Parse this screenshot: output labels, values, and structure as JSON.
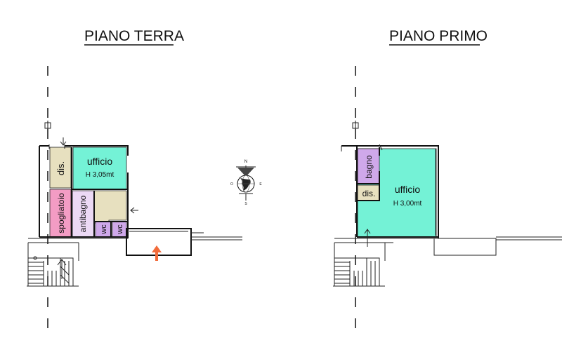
{
  "floors": [
    {
      "title": "PIANO TERRA",
      "rooms": [
        {
          "key": "ufficio",
          "label": "ufficio",
          "sub": "H 3,05mt"
        },
        {
          "key": "dis",
          "label": "dis."
        },
        {
          "key": "spogliatoio",
          "label": "spogliatoio"
        },
        {
          "key": "antibagno",
          "label": "antibagno"
        },
        {
          "key": "wc1",
          "label": "wc"
        },
        {
          "key": "wc2",
          "label": "wc"
        }
      ]
    },
    {
      "title": "PIANO PRIMO",
      "rooms": [
        {
          "key": "ufficio",
          "label": "ufficio",
          "sub": "H 3,00mt"
        },
        {
          "key": "bagno",
          "label": "bagno"
        },
        {
          "key": "dis",
          "label": "dis."
        }
      ]
    }
  ],
  "compass": {
    "n": "N",
    "e": "E",
    "s": "S",
    "o": "O"
  },
  "colors": {
    "office": "#74f2d6",
    "corridor": "#e7e0bf",
    "changing": "#f39cc4",
    "antibagno": "#ecd9f5",
    "wc": "#cfa8ea",
    "entrance_arrow": "#f26b3a"
  }
}
